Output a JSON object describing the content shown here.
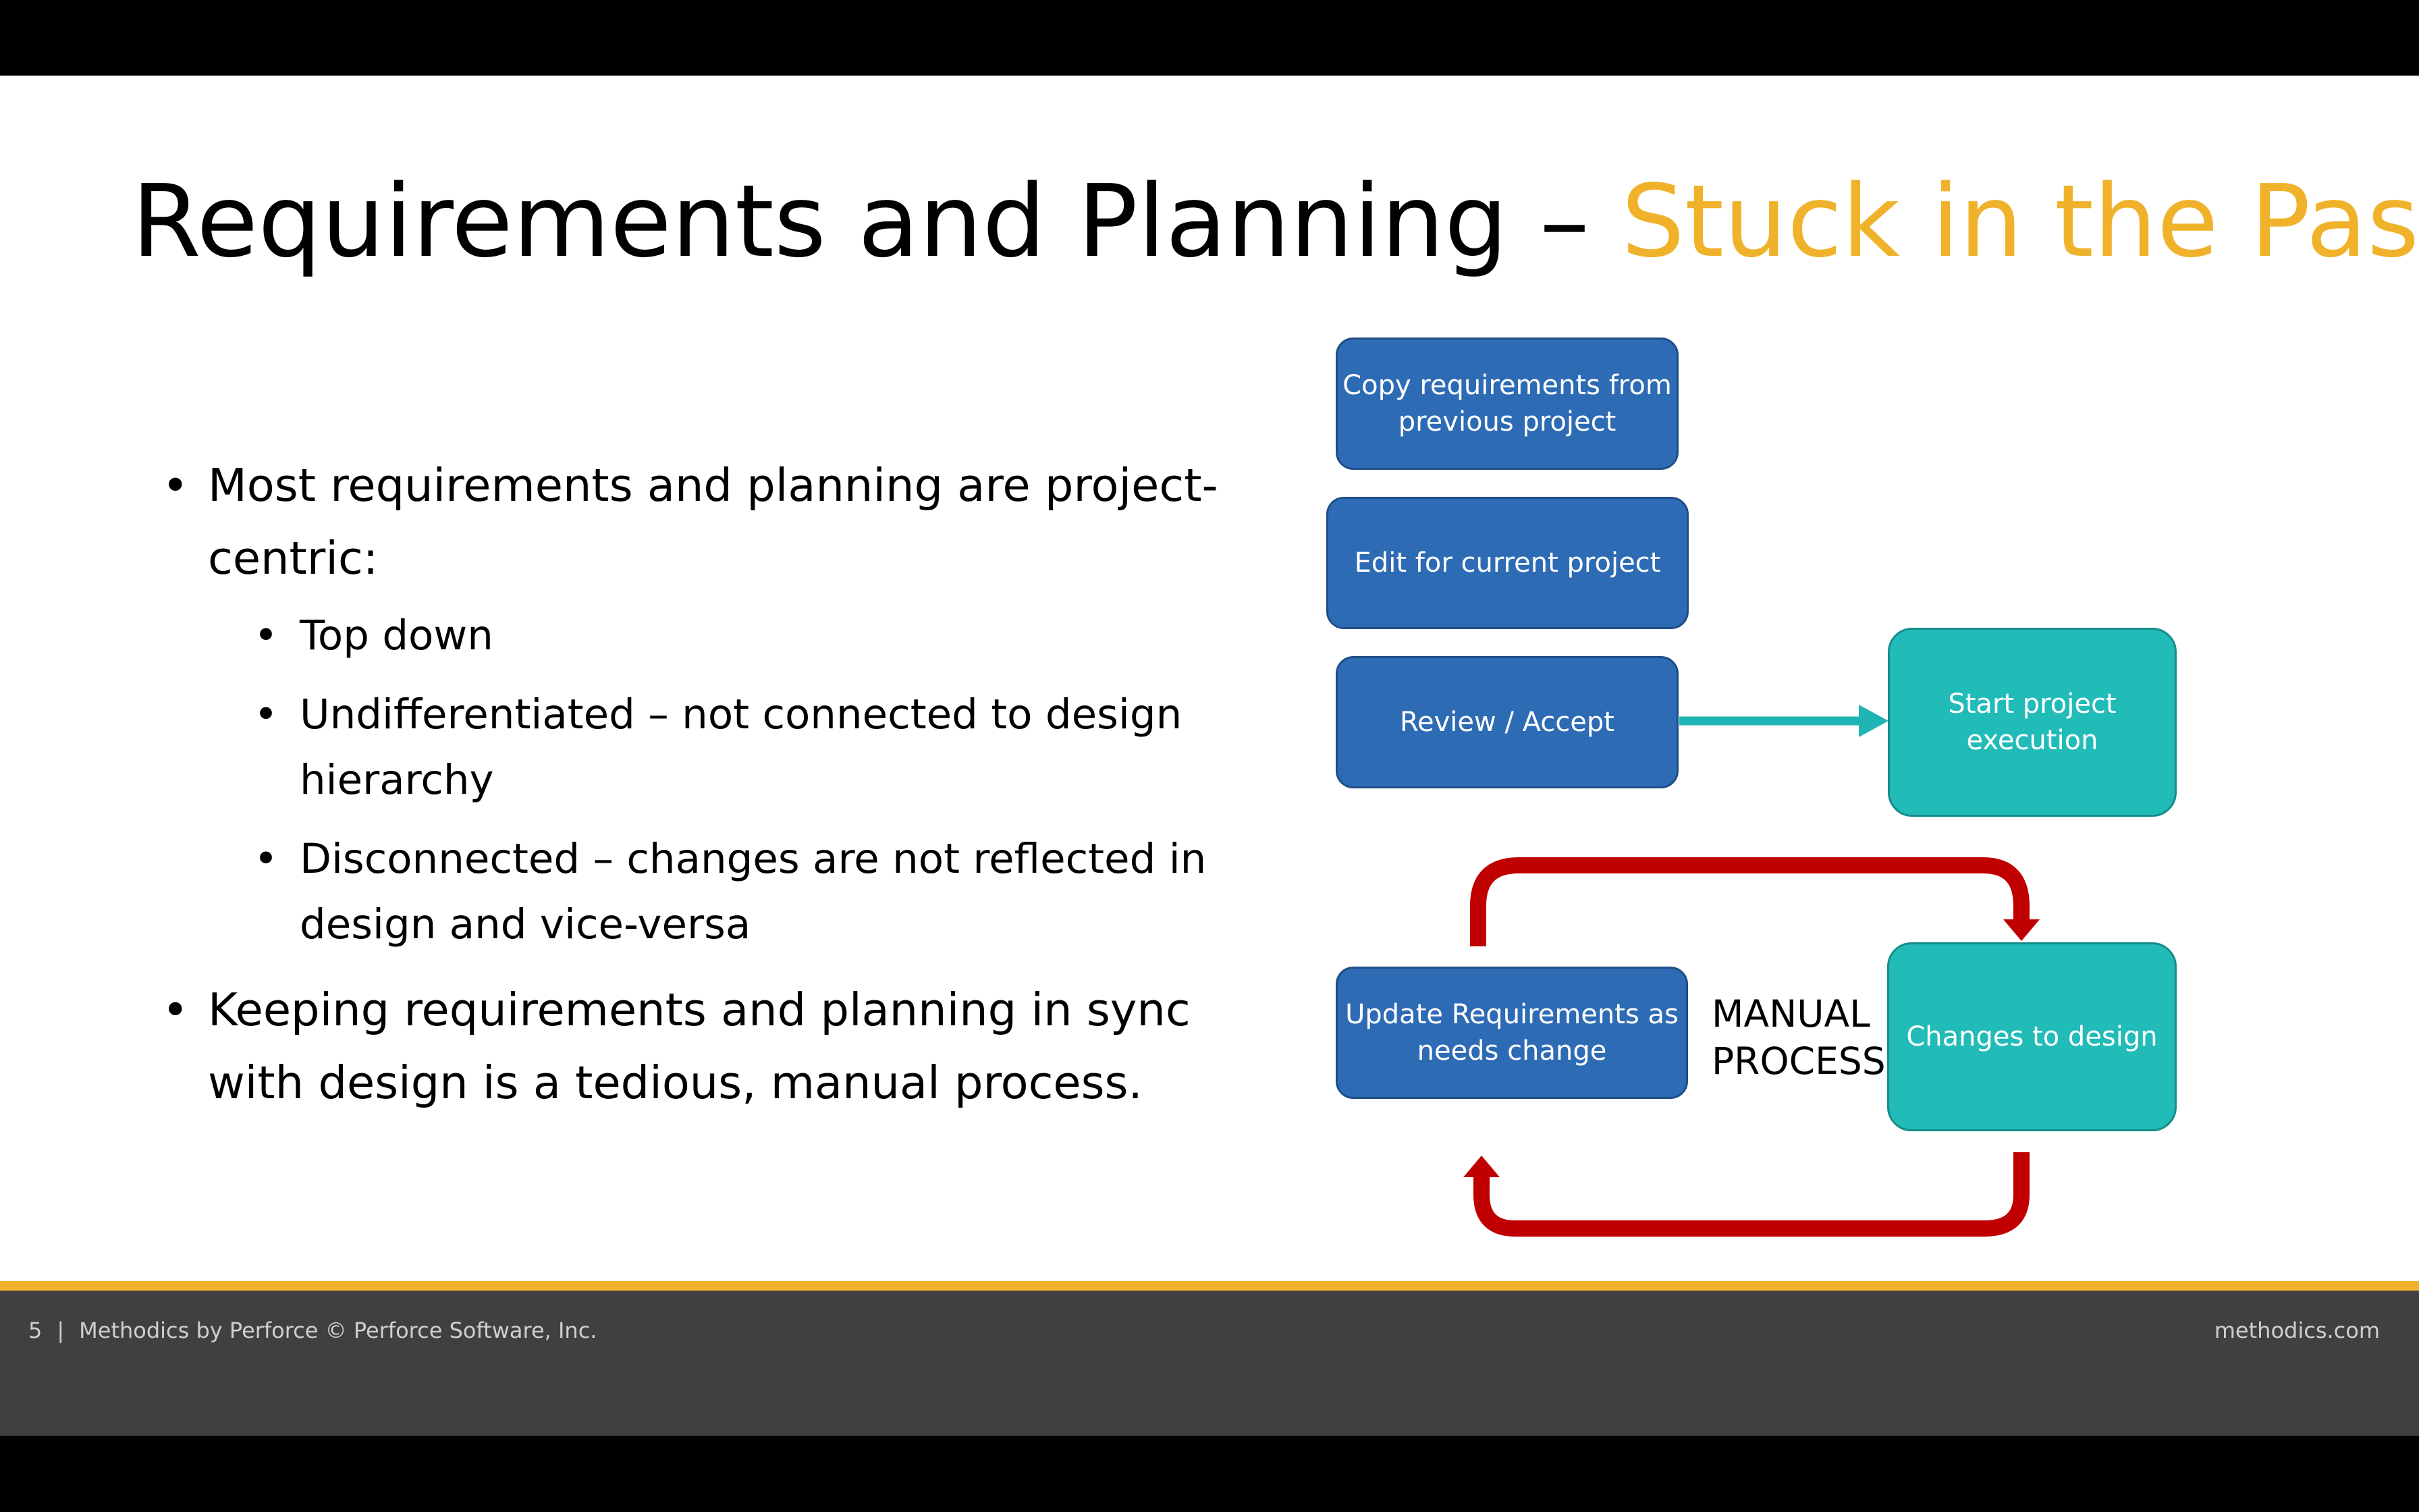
{
  "slide": {
    "title_main": "Requirements and Planning – ",
    "title_accent": "Stuck in the Past?",
    "bullets": [
      {
        "text": "Most requirements and planning are project-centric:"
      },
      {
        "text": "Top down"
      },
      {
        "text": "Undifferentiated – not connected to design hierarchy"
      },
      {
        "text": "Disconnected – changes are not reflected in design and vice-versa"
      },
      {
        "text": "Keeping requirements and planning in sync with design is a tedious, manual process."
      }
    ],
    "flow": {
      "copy": "Copy requirements from previous project",
      "edit": "Edit for current project",
      "review": "Review / Accept",
      "start": "Start project execution",
      "update": "Update Requirements as needs change",
      "manual": "MANUAL PROCESS",
      "changes": "Changes to design"
    }
  },
  "footer": {
    "page": "5",
    "separator": "|",
    "copyright": "Methodics by Perforce © Perforce Software, Inc.",
    "site": "methodics.com"
  },
  "colors": {
    "accent": "#f0b22a",
    "blue_box": "#2e6bb5",
    "teal_box": "#21bbb8",
    "arrow_teal": "#1eb5b4",
    "arrow_red": "#c00000"
  }
}
